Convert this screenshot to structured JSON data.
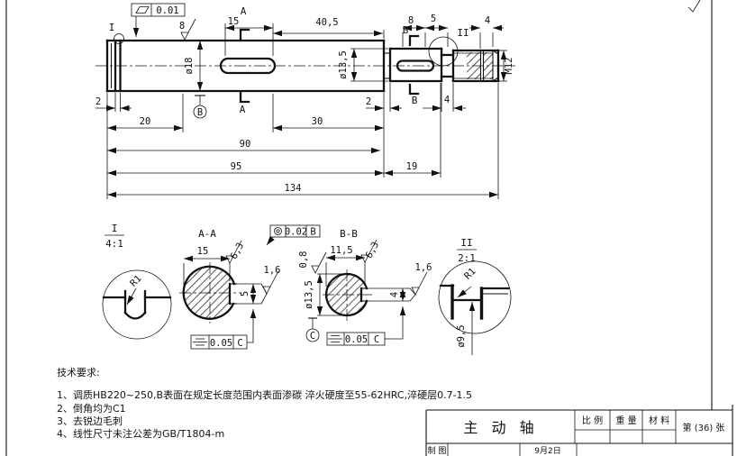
{
  "main": {
    "dia18": "ø18",
    "dia13_5": "ø13,5",
    "m12": "M12",
    "d2l": "2",
    "d20": "20",
    "d90": "90",
    "d95": "95",
    "d134": "134",
    "d30": "30",
    "d19": "19",
    "d15": "15",
    "d40_5": "40,5",
    "d8": "8",
    "d5": "5",
    "d4_top": "4",
    "d4_bottom": "4",
    "d2r": "2",
    "ra8": "8",
    "flatness_tol": "0.01",
    "a_top": "A",
    "a_bot": "A",
    "b_top": "B",
    "b_bot": "B",
    "datum_b": "B",
    "i_label": "I",
    "ii_label": "II"
  },
  "detail_i": {
    "title": "I",
    "scale": "4:1",
    "radius": "R1"
  },
  "sec_aa": {
    "title": "A-A",
    "d15": "15",
    "d5": "5",
    "ra_top": "6,3",
    "ra_key": "1,6",
    "sym_tol": "0.05",
    "sym_datum": "C"
  },
  "sec_bb": {
    "title": "B-B",
    "d11_5": "11,5",
    "dia": "ø13,5",
    "d4": "4",
    "ra_top": "6,3",
    "ra_cyl": "0,8",
    "ra_key": "1,6",
    "conc_tol": "0.02",
    "conc_datum": "B",
    "sym_tol": "0.05",
    "sym_datum": "C",
    "datum_c": "C"
  },
  "detail_ii": {
    "title": "II",
    "scale": "2:1",
    "radius": "R1",
    "dia": "ø9,5"
  },
  "tech": {
    "title": "技术要求:",
    "items": [
      "1、调质HB220~250,B表面在规定长度范围内表面渗碳 淬火硬度至55-62HRC,淬硬层0.7-1.5",
      "2、倒角均为C1",
      "3、去锐边毛刺",
      "4、线性尺寸未注公差为GB/T1804-m"
    ]
  },
  "title_block": {
    "part_name": "主 动 轴",
    "scale_label": "比 例",
    "weight_label": "重 量",
    "material_label": "材 料",
    "sheet_label": "第 (36) 张",
    "drawn_label": "制 图",
    "date": "9月2日"
  }
}
